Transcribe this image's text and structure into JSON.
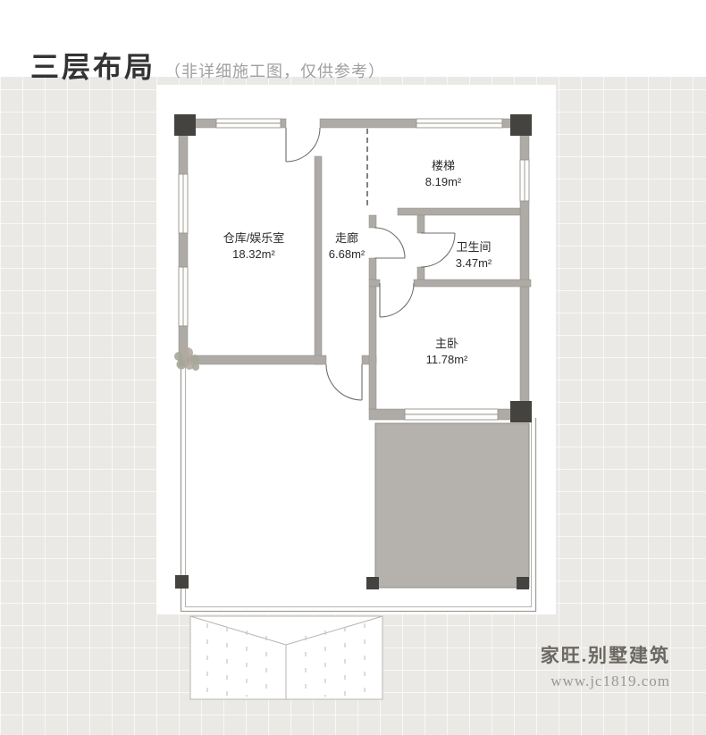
{
  "header": {
    "title": "三层布局",
    "subtitle": "（非详细施工图，仅供参考）"
  },
  "plan": {
    "rooms": [
      {
        "name": "楼梯",
        "area": "8.19m²"
      },
      {
        "name": "仓库/娱乐室",
        "area": "18.32m²"
      },
      {
        "name": "走廊",
        "area": "6.68m²"
      },
      {
        "name": "卫生间",
        "area": "3.47m²"
      },
      {
        "name": "主卧",
        "area": "11.78m²"
      }
    ]
  },
  "watermark": {
    "brand": "家旺.别墅建筑",
    "site": "www.jc1819.com"
  },
  "icons": {
    "plant": "plant-icon",
    "door": "door-arc-icon",
    "opening": "dashed-opening-line"
  },
  "colors": {
    "wall": "#aeaaa6",
    "column": "#454340",
    "deck": "#b5b2ae",
    "grid_base": "#ebe9e6",
    "title_text": "#333333",
    "subtitle_text": "#a0a0a0",
    "watermark_brand": "#6b6862",
    "watermark_site": "#9b9893"
  }
}
